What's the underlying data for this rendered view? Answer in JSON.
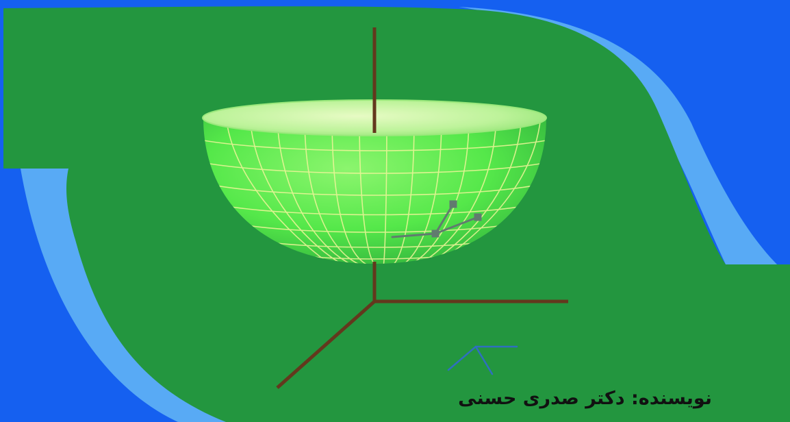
{
  "caption": {
    "text": "نویسنده: دکتر صدری  حسنی"
  },
  "colors": {
    "background_blue": "#1560f0",
    "swoosh_light_blue": "#58aaf5",
    "field_green": "#23963f",
    "bowl_green": "#5fea4f",
    "bowl_rim": "#c8f7a4",
    "grid_lines": "#f1f59a",
    "axis_brown": "#63381d",
    "accent_line": "#2f6fc0",
    "tangent_gray": "#617b6f",
    "caption_text": "#111111"
  },
  "icons": {
    "illustration": "hemisphere-with-coordinate-axes",
    "decoration": "chevron-line-mark"
  }
}
